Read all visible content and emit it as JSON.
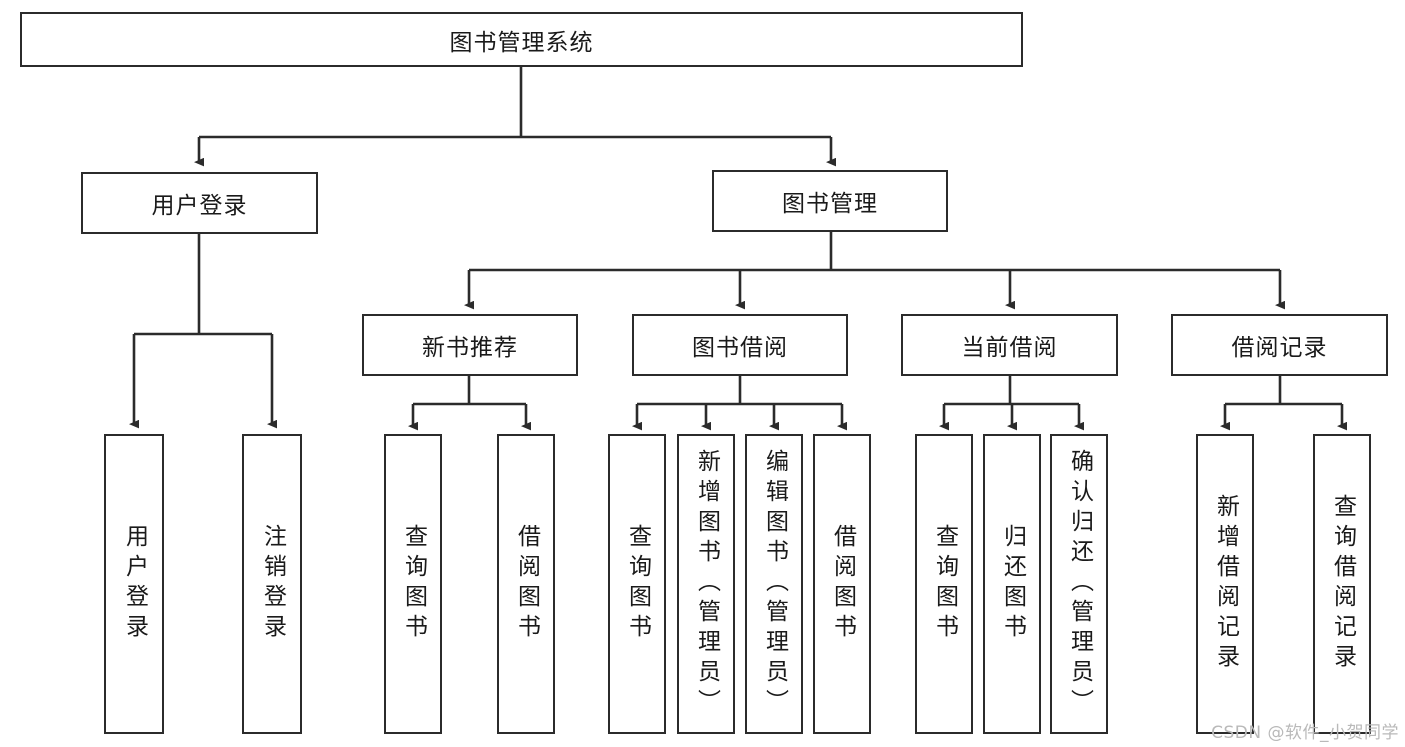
{
  "diagram": {
    "title": "图书管理系统",
    "type": "tree-hierarchy",
    "root": {
      "label": "图书管理系统"
    },
    "level1": [
      {
        "label": "用户登录"
      },
      {
        "label": "图书管理"
      }
    ],
    "level2": [
      {
        "label": "新书推荐"
      },
      {
        "label": "图书借阅"
      },
      {
        "label": "当前借阅"
      },
      {
        "label": "借阅记录"
      }
    ],
    "leaves": {
      "user_login": [
        {
          "label": "用户登录"
        },
        {
          "label": "注销登录"
        }
      ],
      "new_book_recommend": [
        {
          "label": "查询图书"
        },
        {
          "label": "借阅图书"
        }
      ],
      "book_borrow": [
        {
          "label": "查询图书"
        },
        {
          "label": "新增图书（管理员）"
        },
        {
          "label": "编辑图书（管理员）"
        },
        {
          "label": "借阅图书"
        }
      ],
      "current_borrow": [
        {
          "label": "查询图书"
        },
        {
          "label": "归还图书"
        },
        {
          "label": "确认归还（管理员）"
        }
      ],
      "borrow_record": [
        {
          "label": "新增借阅记录"
        },
        {
          "label": "查询借阅记录"
        }
      ]
    },
    "watermark": "CSDN @软件_小贺同学",
    "colors": {
      "stroke": "#2b2b2b",
      "fill": "#ffffff",
      "text": "#1a1a1a",
      "watermark": "#b9b9b9"
    }
  }
}
